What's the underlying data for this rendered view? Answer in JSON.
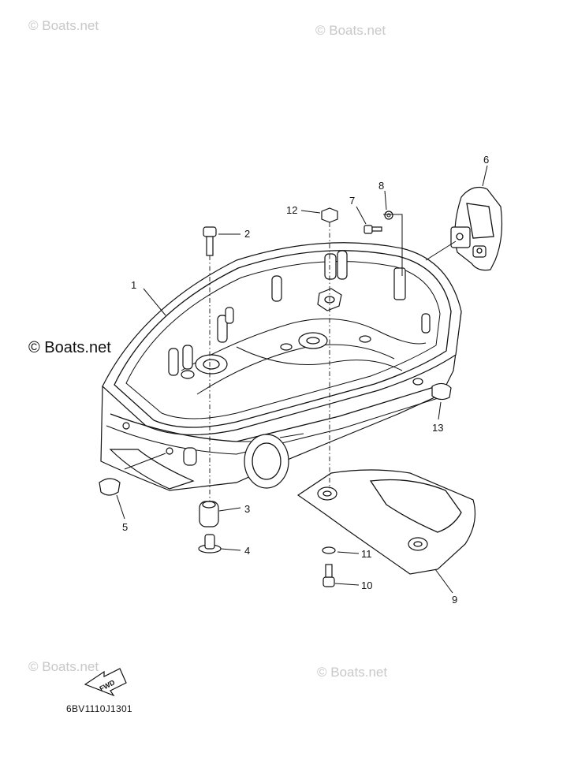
{
  "watermarks": [
    {
      "text": "© Boats.net",
      "variant": "faint"
    },
    {
      "text": "© Boats.net",
      "variant": "faint"
    },
    {
      "text": "© Boats.net",
      "variant": "main"
    },
    {
      "text": "© Boats.net",
      "variant": "faint"
    },
    {
      "text": "© Boats.net",
      "variant": "faint"
    }
  ],
  "callouts": [
    {
      "id": "1",
      "part": "bottom-cowling"
    },
    {
      "id": "2",
      "part": "bolt"
    },
    {
      "id": "3",
      "part": "grommet"
    },
    {
      "id": "4",
      "part": "collar"
    },
    {
      "id": "5",
      "part": "plug"
    },
    {
      "id": "6",
      "part": "lever-clamp"
    },
    {
      "id": "7",
      "part": "screw"
    },
    {
      "id": "8",
      "part": "washer"
    },
    {
      "id": "9",
      "part": "seal-plate"
    },
    {
      "id": "10",
      "part": "bolt"
    },
    {
      "id": "11",
      "part": "washer"
    },
    {
      "id": "12",
      "part": "nut"
    },
    {
      "id": "13",
      "part": "plug"
    }
  ],
  "fwd_label": "FWD",
  "diagram_code": "6BV1110J1301"
}
